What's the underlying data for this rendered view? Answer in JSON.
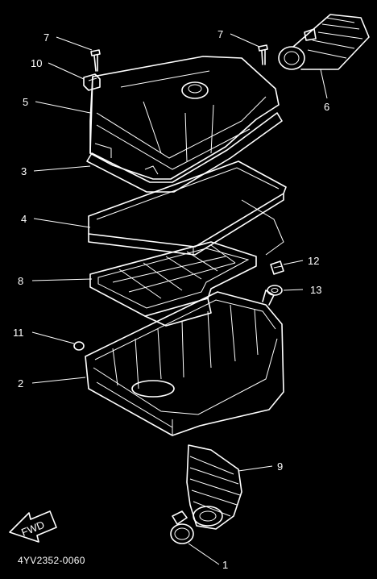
{
  "diagram_code": "4YV2352-0060",
  "fwd_label": "FWD",
  "callouts": [
    {
      "id": "c7a",
      "label": "7"
    },
    {
      "id": "c7b",
      "label": "7"
    },
    {
      "id": "c10",
      "label": "10"
    },
    {
      "id": "c5",
      "label": "5"
    },
    {
      "id": "c6",
      "label": "6"
    },
    {
      "id": "c3",
      "label": "3"
    },
    {
      "id": "c4",
      "label": "4"
    },
    {
      "id": "c12",
      "label": "12"
    },
    {
      "id": "c8",
      "label": "8"
    },
    {
      "id": "c13",
      "label": "13"
    },
    {
      "id": "c11",
      "label": "11"
    },
    {
      "id": "c2",
      "label": "2"
    },
    {
      "id": "c9",
      "label": "9"
    },
    {
      "id": "c1",
      "label": "1"
    }
  ]
}
